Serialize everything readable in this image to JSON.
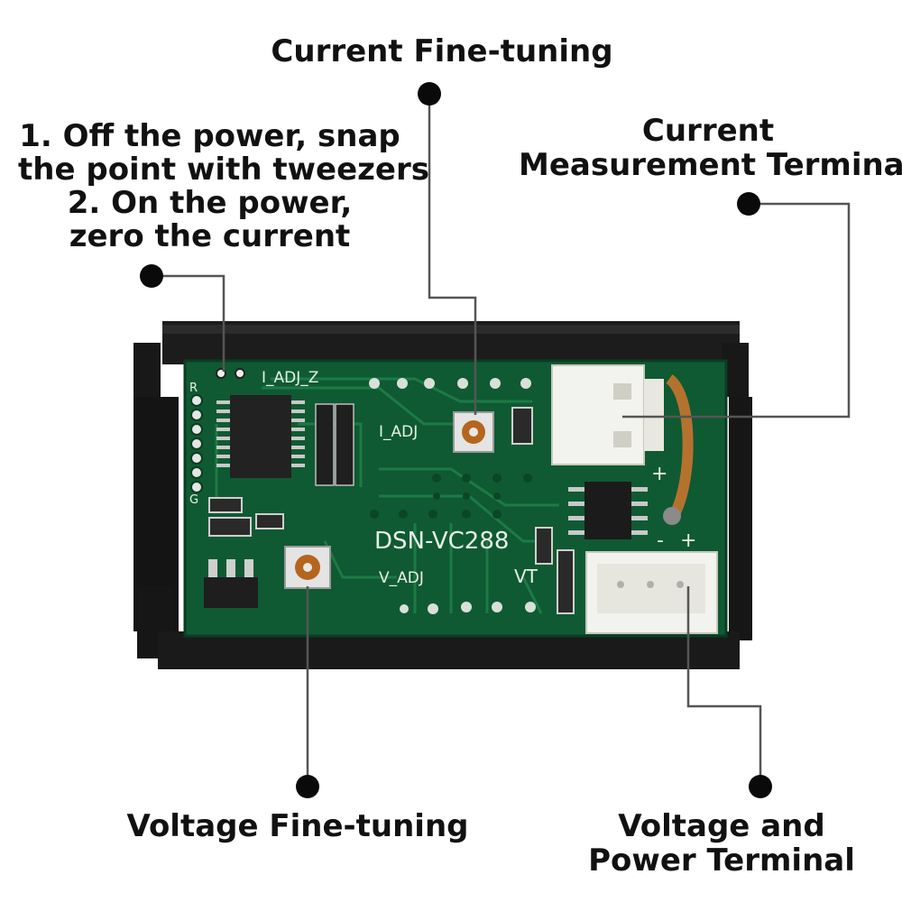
{
  "labels": {
    "current_fine_tuning": "Current Fine-tuning",
    "zero_current": [
      "1. Off the power, snap",
      "the point with tweezers",
      "2. On the power,",
      "zero the current"
    ],
    "current_measurement_terminal": [
      "Current",
      "Measurement Terminal"
    ],
    "voltage_fine_tuning": "Voltage Fine-tuning",
    "voltage_power_terminal": [
      "Voltage and",
      "Power Terminal"
    ]
  },
  "board": {
    "model": "DSN-VC288",
    "silkscreen": {
      "i_adj_z": "I_ADJ_Z",
      "i_adj": "I_ADJ",
      "v_adj": "V_ADJ",
      "vt": "VT",
      "pin_r": "R",
      "pin_g": "G",
      "plus_upper": "+",
      "minus": "-",
      "plus_lower": "+"
    }
  },
  "colors": {
    "pcb": "#0f5a32",
    "housing": "#1a1a1a",
    "connector": "#f2f2ee",
    "callout_dot": "#0a0a0a"
  }
}
